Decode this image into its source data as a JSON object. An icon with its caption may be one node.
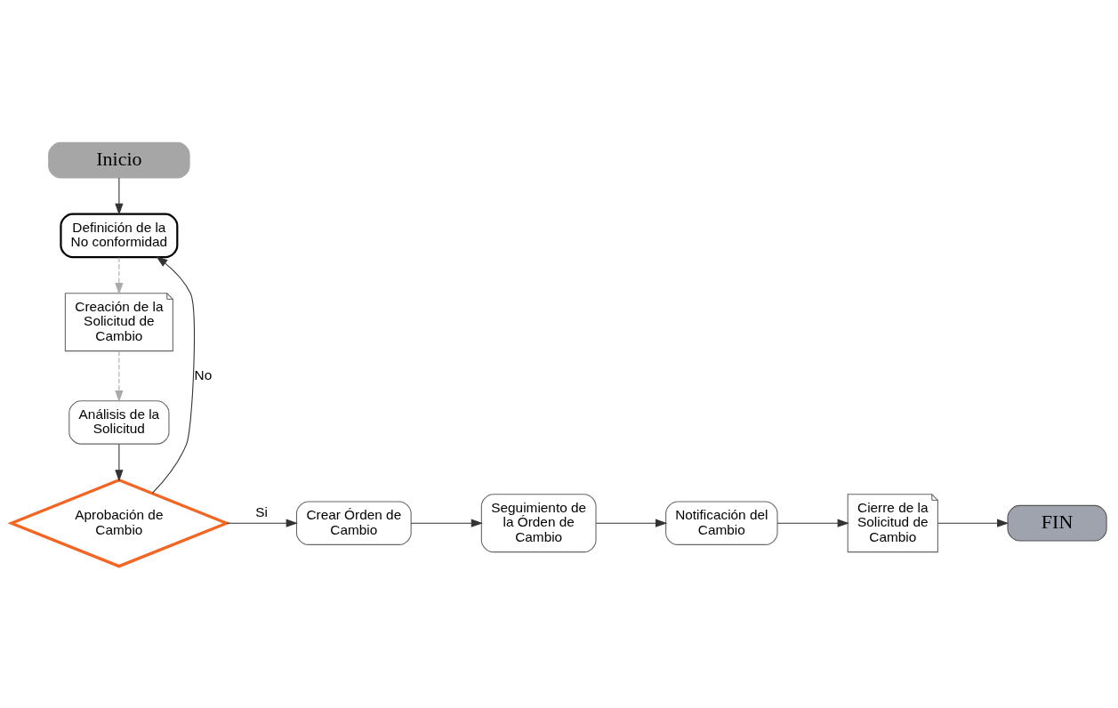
{
  "diagram": {
    "nodes": [
      {
        "text": [
          "Inicio"
        ]
      },
      {
        "text": [
          "Definición de la No conformidad"
        ]
      },
      {
        "text": [
          "Creación de la Solicitud de Cambio"
        ]
      },
      {
        "text": [
          "Análisis de la Solicitud"
        ]
      },
      {
        "text": [
          "Aprobación de Cambio"
        ]
      },
      {
        "text": [
          "Crear Órden de Cambio"
        ]
      },
      {
        "text": [
          "Seguimiento de la Órden de Cambio"
        ]
      },
      {
        "text": [
          "Notificación del Cambio"
        ]
      },
      {
        "text": [
          "Cierre de la Solicitud de Cambio"
        ]
      },
      {
        "text": [
          "FIN"
        ]
      }
    ],
    "edges": [
      {
        "from": 0,
        "to": 1,
        "arrow": "to"
      },
      {
        "from": 1,
        "to": 2,
        "arrow": "to",
        "style": "dashed",
        "color": "#aaaaaa"
      },
      {
        "from": 2,
        "to": 3,
        "arrow": "to",
        "style": "dashed",
        "color": "#aaaaaa"
      },
      {
        "from": 3,
        "to": 4,
        "arrow": "to"
      },
      {
        "from": 4,
        "to": 1,
        "arrow": "to",
        "label": "No"
      },
      {
        "from": 4,
        "to": 5,
        "arrow": "to",
        "label": "Si"
      },
      {
        "from": 5,
        "to": 6,
        "arrow": "to"
      },
      {
        "from": 6,
        "to": 7,
        "arrow": "to"
      },
      {
        "from": 7,
        "to": 8,
        "arrow": "to"
      },
      {
        "from": 8,
        "to": 9,
        "arrow": "to"
      }
    ]
  }
}
